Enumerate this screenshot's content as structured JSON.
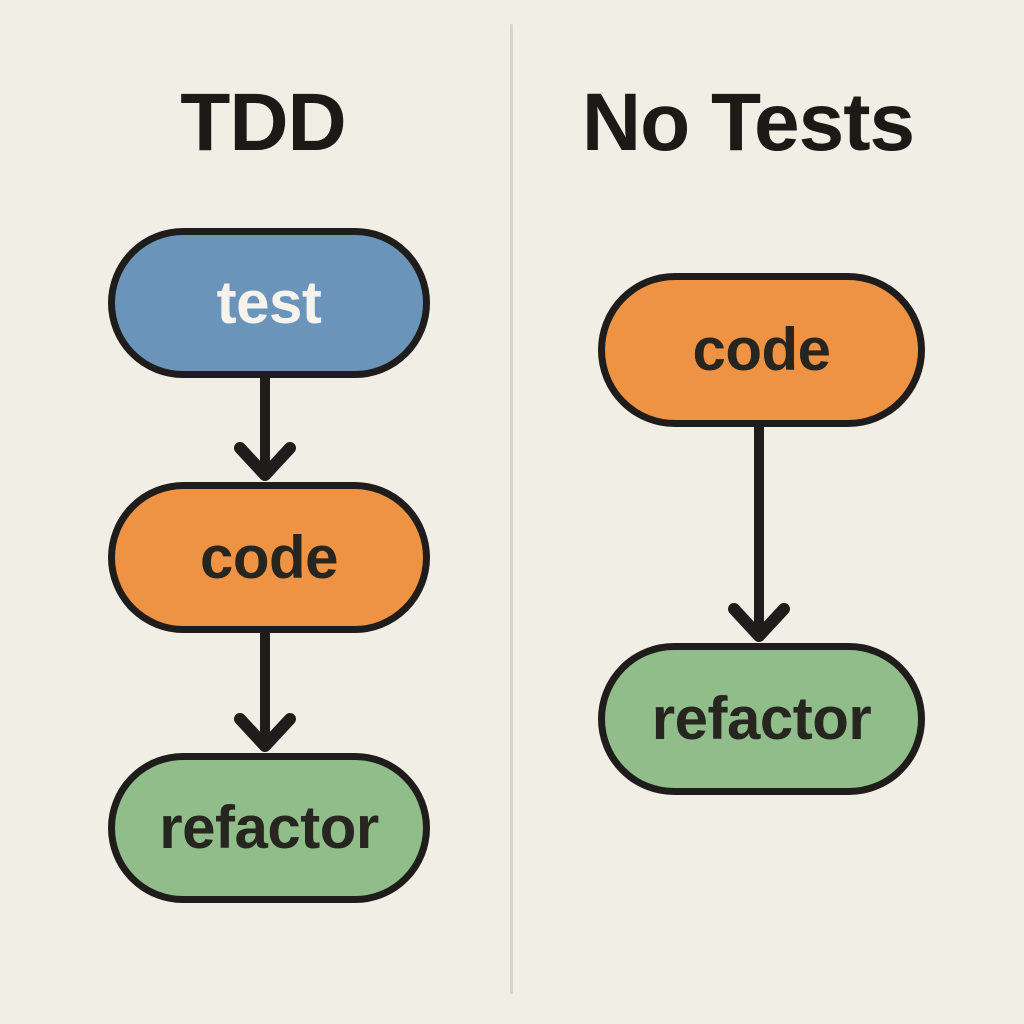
{
  "page": {
    "background_color": "#f1eee6",
    "divider_color": "#d8d5cd",
    "outline_color": "#1e1d1b",
    "title_color": "#1b1a16"
  },
  "columns": [
    {
      "title": "TDD",
      "nodes": [
        {
          "label": "test",
          "fill": "#6a94ba",
          "text_color": "#f6f3ec"
        },
        {
          "label": "code",
          "fill": "#ee9243",
          "text_color": "#26251f"
        },
        {
          "label": "refactor",
          "fill": "#90bd8a",
          "text_color": "#26251f"
        }
      ],
      "arrows": [
        {
          "from": "test",
          "to": "code"
        },
        {
          "from": "code",
          "to": "refactor"
        }
      ]
    },
    {
      "title": "No Tests",
      "nodes": [
        {
          "label": "code",
          "fill": "#ee9243",
          "text_color": "#26251f"
        },
        {
          "label": "refactor",
          "fill": "#90bd8a",
          "text_color": "#26251f"
        }
      ],
      "arrows": [
        {
          "from": "code",
          "to": "refactor"
        }
      ]
    }
  ]
}
